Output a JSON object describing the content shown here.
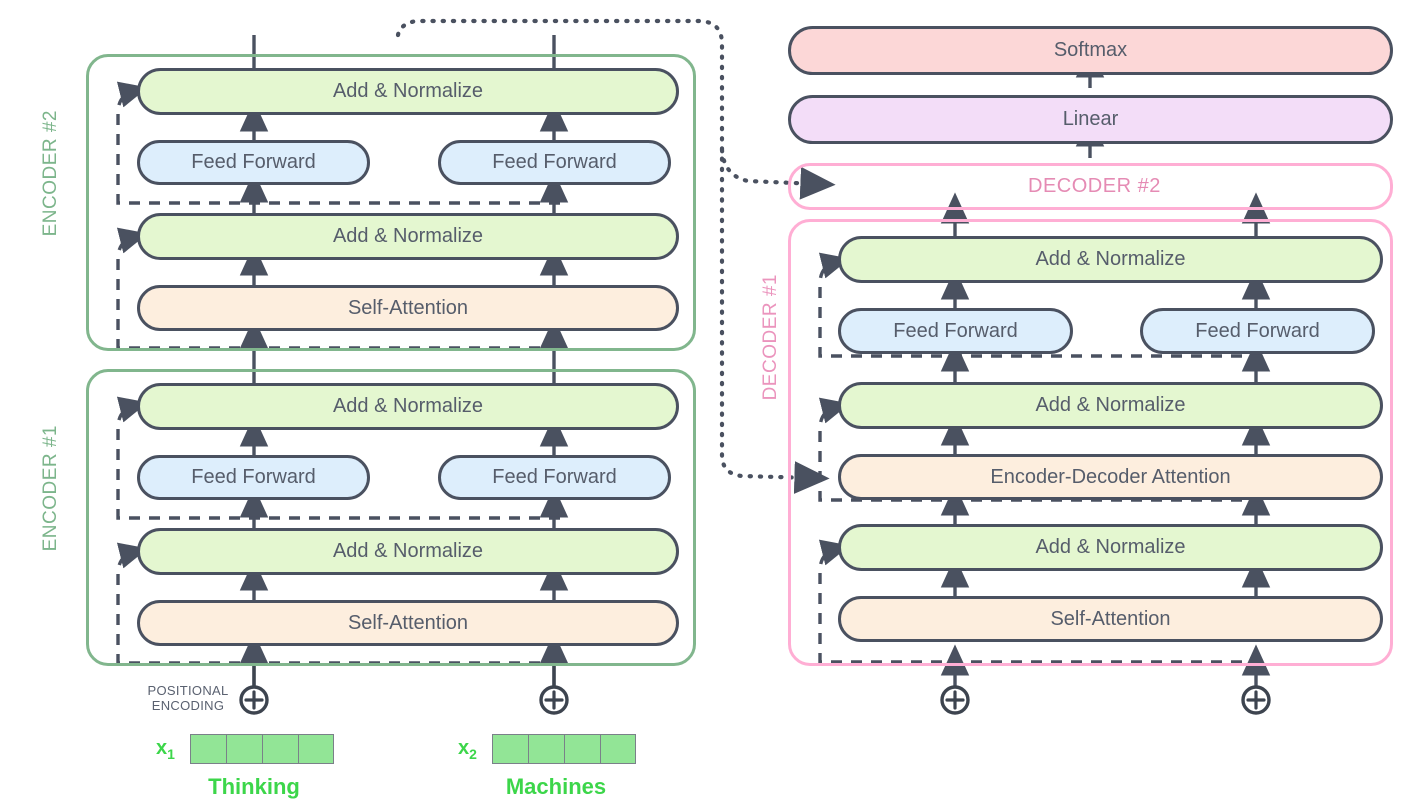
{
  "diagram": {
    "title": "Transformer encoder-decoder architecture",
    "colors": {
      "add_norm_fill": "#e4f7d0",
      "feed_forward_fill": "#ddeefc",
      "attention_fill": "#fdeede",
      "softmax_fill": "#fcd7d7",
      "linear_fill": "#f3ddf8",
      "encoder_border": "#81b68d",
      "decoder_border": "#ffaed4",
      "decoder_label": "#e58bb4",
      "encoder_label": "#7cb58b",
      "box_border": "#4a5160",
      "box_text": "#565d6b",
      "token_green": "#3cd64a",
      "embedding_cell": "#92e596"
    }
  },
  "encoder_stack": {
    "encoder2": {
      "label": "ENCODER #2",
      "add_norm_top": "Add & Normalize",
      "feed_forward_left": "Feed Forward",
      "feed_forward_right": "Feed Forward",
      "add_norm_bottom": "Add & Normalize",
      "self_attention": "Self-Attention"
    },
    "encoder1": {
      "label": "ENCODER #1",
      "add_norm_top": "Add & Normalize",
      "feed_forward_left": "Feed Forward",
      "feed_forward_right": "Feed Forward",
      "add_norm_bottom": "Add & Normalize",
      "self_attention": "Self-Attention"
    }
  },
  "inputs": {
    "positional_encoding_label_line1": "POSITIONAL",
    "positional_encoding_label_line2": "ENCODING",
    "plus_symbol": "+",
    "tokens": [
      {
        "var_label": "x",
        "var_index": "1",
        "word": "Thinking",
        "cells": 4
      },
      {
        "var_label": "x",
        "var_index": "2",
        "word": "Machines",
        "cells": 4
      }
    ]
  },
  "output_head": {
    "softmax": "Softmax",
    "linear": "Linear"
  },
  "decoder_stack": {
    "decoder2": {
      "label": "DECODER #2"
    },
    "decoder1": {
      "label": "DECODER #1",
      "add_norm_top": "Add & Normalize",
      "feed_forward_left": "Feed Forward",
      "feed_forward_right": "Feed Forward",
      "add_norm_mid": "Add & Normalize",
      "encoder_decoder_attention": "Encoder-Decoder Attention",
      "add_norm_bottom": "Add & Normalize",
      "self_attention": "Self-Attention"
    },
    "plus_symbol": "+"
  }
}
